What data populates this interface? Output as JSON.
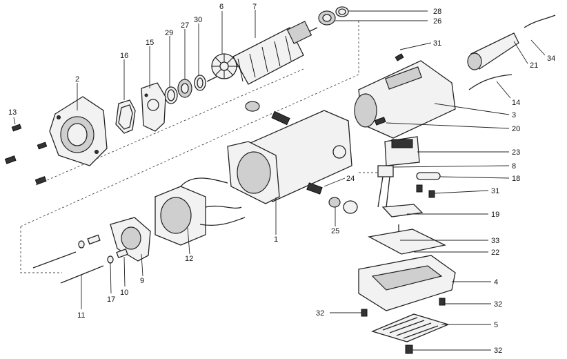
{
  "callouts": [
    {
      "id": "28",
      "label": "28"
    },
    {
      "id": "26",
      "label": "26"
    },
    {
      "id": "6",
      "label": "6"
    },
    {
      "id": "7",
      "label": "7"
    },
    {
      "id": "30",
      "label": "30"
    },
    {
      "id": "27",
      "label": "27"
    },
    {
      "id": "29",
      "label": "29"
    },
    {
      "id": "15",
      "label": "15"
    },
    {
      "id": "16",
      "label": "16"
    },
    {
      "id": "2",
      "label": "2"
    },
    {
      "id": "13",
      "label": "13"
    },
    {
      "id": "31a",
      "label": "31"
    },
    {
      "id": "34",
      "label": "34"
    },
    {
      "id": "21",
      "label": "21"
    },
    {
      "id": "14",
      "label": "14"
    },
    {
      "id": "3",
      "label": "3"
    },
    {
      "id": "20",
      "label": "20"
    },
    {
      "id": "23",
      "label": "23"
    },
    {
      "id": "8",
      "label": "8"
    },
    {
      "id": "18",
      "label": "18"
    },
    {
      "id": "31b",
      "label": "31"
    },
    {
      "id": "24",
      "label": "24"
    },
    {
      "id": "19",
      "label": "19"
    },
    {
      "id": "25",
      "label": "25"
    },
    {
      "id": "1",
      "label": "1"
    },
    {
      "id": "12",
      "label": "12"
    },
    {
      "id": "9",
      "label": "9"
    },
    {
      "id": "10",
      "label": "10"
    },
    {
      "id": "17",
      "label": "17"
    },
    {
      "id": "11",
      "label": "11"
    },
    {
      "id": "33",
      "label": "33"
    },
    {
      "id": "22",
      "label": "22"
    },
    {
      "id": "4",
      "label": "4"
    },
    {
      "id": "32a",
      "label": "32"
    },
    {
      "id": "32b",
      "label": "32"
    },
    {
      "id": "5",
      "label": "5"
    },
    {
      "id": "32c",
      "label": "32"
    }
  ]
}
